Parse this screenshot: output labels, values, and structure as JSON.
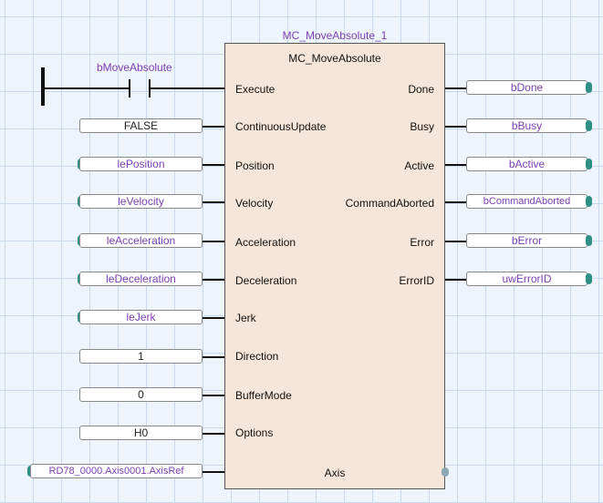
{
  "contact": {
    "label": "bMoveAbsolute"
  },
  "block": {
    "instance": "MC_MoveAbsolute_1",
    "type": "MC_MoveAbsolute"
  },
  "inputs": [
    {
      "pin": "Execute"
    },
    {
      "pin": "ContinuousUpdate",
      "value": "FALSE",
      "kind": "const"
    },
    {
      "pin": "Position",
      "value": "lePosition",
      "kind": "label"
    },
    {
      "pin": "Velocity",
      "value": "leVelocity",
      "kind": "label"
    },
    {
      "pin": "Acceleration",
      "value": "leAcceleration",
      "kind": "label"
    },
    {
      "pin": "Deceleration",
      "value": "leDeceleration",
      "kind": "label"
    },
    {
      "pin": "Jerk",
      "value": "leJerk",
      "kind": "label"
    },
    {
      "pin": "Direction",
      "value": "1",
      "kind": "const"
    },
    {
      "pin": "BufferMode",
      "value": "0",
      "kind": "const"
    },
    {
      "pin": "Options",
      "value": "H0",
      "kind": "const"
    },
    {
      "pin": "Axis",
      "value": "RD78_0000.Axis0001.AxisRef",
      "kind": "label"
    }
  ],
  "outputs": [
    {
      "pin": "Done",
      "value": "bDone"
    },
    {
      "pin": "Busy",
      "value": "bBusy"
    },
    {
      "pin": "Active",
      "value": "bActive"
    },
    {
      "pin": "CommandAborted",
      "value": "bCommandAborted"
    },
    {
      "pin": "Error",
      "value": "bError"
    },
    {
      "pin": "ErrorID",
      "value": "uwErrorID"
    }
  ],
  "colors": {
    "label": "#7a3fb0",
    "stub": "#2e8f85",
    "block": "#f6e6d9",
    "grid": "#c9d9ea"
  }
}
